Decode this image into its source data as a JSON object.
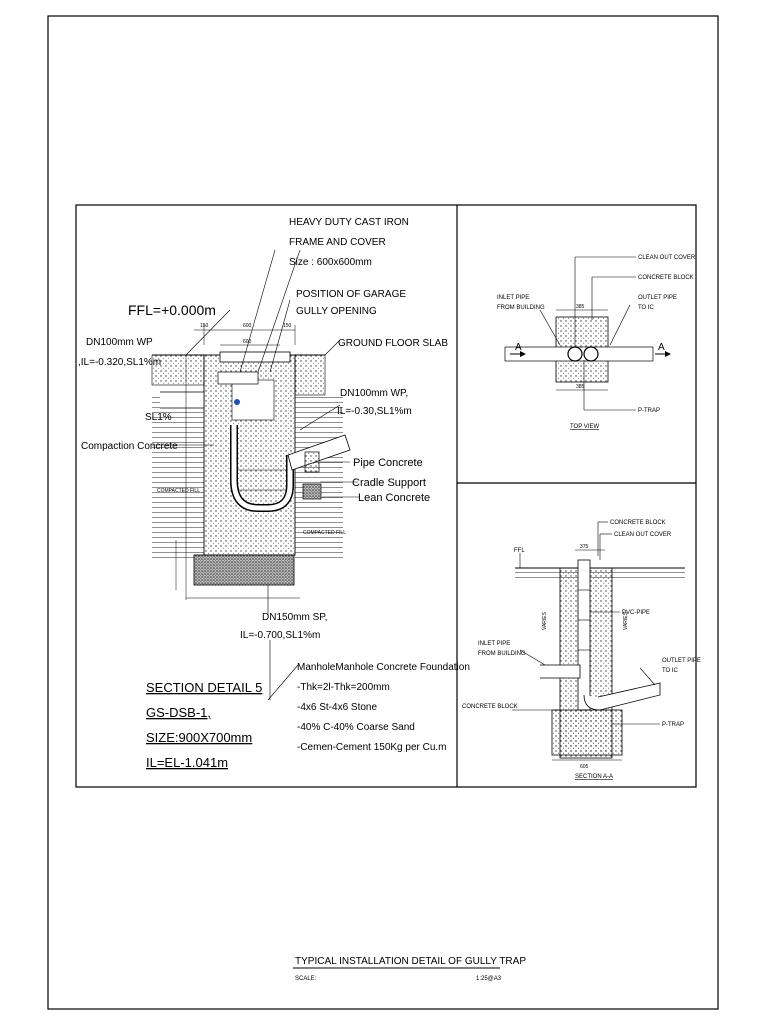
{
  "left": {
    "callouts": {
      "cover_l1": "HEAVY DUTY CAST IRON",
      "cover_l2": "FRAME AND COVER",
      "cover_l3": "Size : 600x600mm",
      "gully_l1": "POSITION OF GARAGE",
      "gully_l2": "GULLY OPENING",
      "ffl": "FFL=+0.000m",
      "inlet_l1": "DN100mm WP",
      "inlet_l2": ",IL=-0.320,SL1%m",
      "slab": "GROUND FLOOR SLAB",
      "outlet_l1": "DN100mm WP,",
      "outlet_l2": "IL=-0.30,SL1%m",
      "sl": "SL1%",
      "compaction": "Compaction Concrete",
      "pipe_concrete": "Pipe Concrete",
      "cradle": "Cradle Support",
      "lean": "Lean Concrete",
      "compacted_l": "COMPACTED FILL",
      "compacted_r": "COMPACTED FILL",
      "dn150_l1": "DN150mm SP,",
      "dn150_l2": "IL=-0.700,SL1%m",
      "found_l1": "ManholeManhole Concrete Foundation",
      "found_l2": "-Thk=2l-Thk=200mm",
      "found_l3": "-4x6 St-4x6 Stone",
      "found_l4": "-40% C-40% Coarse Sand",
      "found_l5": "-Cemen-Cement 150Kg per Cu.m"
    },
    "dims": {
      "top_left": "150",
      "top_mid": "600",
      "top_right": "150",
      "sub_top": "600"
    },
    "detail": {
      "title": "SECTION DETAIL 5",
      "ref": "GS-DSB-1,",
      "size": "SIZE:900X700mm",
      "il": "IL=EL-1.041m"
    }
  },
  "top_view": {
    "clean_out": "CLEAN OUT COVER",
    "concrete_block": "CONCRETE BLOCK",
    "inlet_l1": "INLET PIPE",
    "inlet_l2": "FROM BUILDING",
    "outlet_l1": "OUTLET PIPE",
    "outlet_l2": "TO IC",
    "ptrap": "P-TRAP",
    "label": "TOP VIEW",
    "dim_top": "385",
    "dim_bottom": "385",
    "section_mark": "A"
  },
  "section_aa": {
    "concrete_block": "CONCRETE BLOCK",
    "clean_out": "CLEAN OUT COVER",
    "ffl": "FFL",
    "pvc": "PVC-PIPE",
    "inlet_l1": "INLET PIPE",
    "inlet_l2": "FROM BUILDING",
    "outlet_l1": "OUTLET PIPE",
    "outlet_l2": "TO IC",
    "concrete_block_left": "CONCRETE BLOCK",
    "ptrap": "P-TRAP",
    "label": "SECTION A-A",
    "dim_top": "375",
    "dim_bottom": "605",
    "varies": "VARIES"
  },
  "title_block": {
    "title": "TYPICAL INSTALLATION DETAIL OF GULLY TRAP",
    "scale_label": "SCALE:",
    "scale_value": "1:25@A3"
  }
}
